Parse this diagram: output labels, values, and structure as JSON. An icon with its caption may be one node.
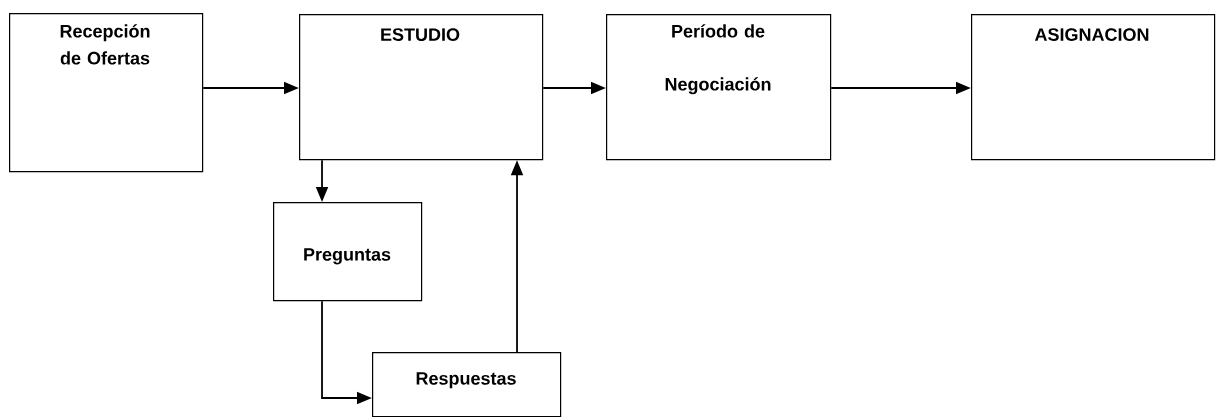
{
  "diagram": {
    "nodes": [
      {
        "text": [
          "Recepción de Ofertas"
        ]
      },
      {
        "text": [
          "ESTUDIO"
        ]
      },
      {
        "text": [
          "Período de Negociación"
        ]
      },
      {
        "text": [
          "ASIGNACION"
        ]
      },
      {
        "text": [
          "Preguntas"
        ]
      },
      {
        "text": [
          "Respuestas"
        ]
      }
    ],
    "edges": [
      {
        "from": 0,
        "to": 1,
        "arrow": "to"
      },
      {
        "from": 1,
        "to": 2,
        "arrow": "to"
      },
      {
        "from": 2,
        "to": 3,
        "arrow": "to"
      },
      {
        "from": 1,
        "to": 4,
        "arrow": "to"
      },
      {
        "from": 4,
        "to": 5,
        "arrow": "to"
      },
      {
        "from": 5,
        "to": 1,
        "arrow": "to"
      }
    ]
  }
}
